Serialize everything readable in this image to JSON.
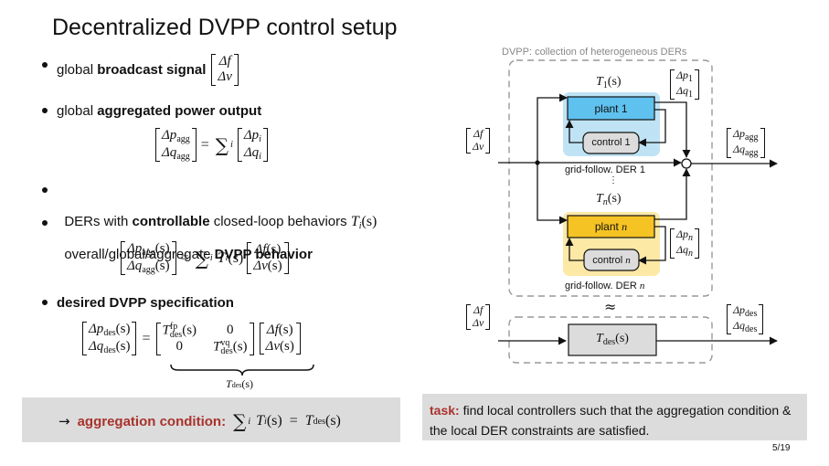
{
  "title": "Decentralized DVPP control setup",
  "bullets": {
    "b1": {
      "pre": "global ",
      "bold": "broadcast signal"
    },
    "b2": {
      "pre": "global ",
      "bold": "aggregated power output"
    },
    "b3": {
      "pre": "DERs with ",
      "bold": "controllable",
      "post": " closed-loop behaviors "
    },
    "b4": {
      "pre": "overall/global/aggregate ",
      "bold": "DVPP behavior"
    },
    "b5": {
      "bold": "desired DVPP specification"
    }
  },
  "math": {
    "df": "Δf",
    "dv": "Δv",
    "dp": "Δp",
    "dq": "Δq",
    "agg": "agg",
    "des": "des",
    "i": "i",
    "Ti": "T",
    "s": "(s)",
    "eq": "=",
    "sum": "∑",
    "fp": "fp",
    "vq": "vq",
    "zero": "0",
    "underbrace": "T",
    "n": "n",
    "one": "1",
    "approx": "≈"
  },
  "aggregation": {
    "arrow": "→",
    "label": "aggregation condition:"
  },
  "task": {
    "label": "task:",
    "text": "find local controllers such that the aggregation condition & the local DER constraints are satisfied."
  },
  "diagram": {
    "dvpp_label": "DVPP: collection of heterogeneous DERs",
    "plant1": "plant 1",
    "control1": "control 1",
    "plantn": "plant ",
    "controln": "control ",
    "der1": "grid-follow. DER 1",
    "dern": "grid-follow. DER ",
    "dots": "⋮",
    "Tdes_box": "T"
  },
  "colors": {
    "blue_box": "#bfe3f5",
    "blue_plant": "#5fc1ee",
    "yellow_box": "#fde9a6",
    "yellow_plant": "#f6c324",
    "gray_box": "#dcdcdc",
    "red": "#a8332d"
  },
  "page": "5/19"
}
